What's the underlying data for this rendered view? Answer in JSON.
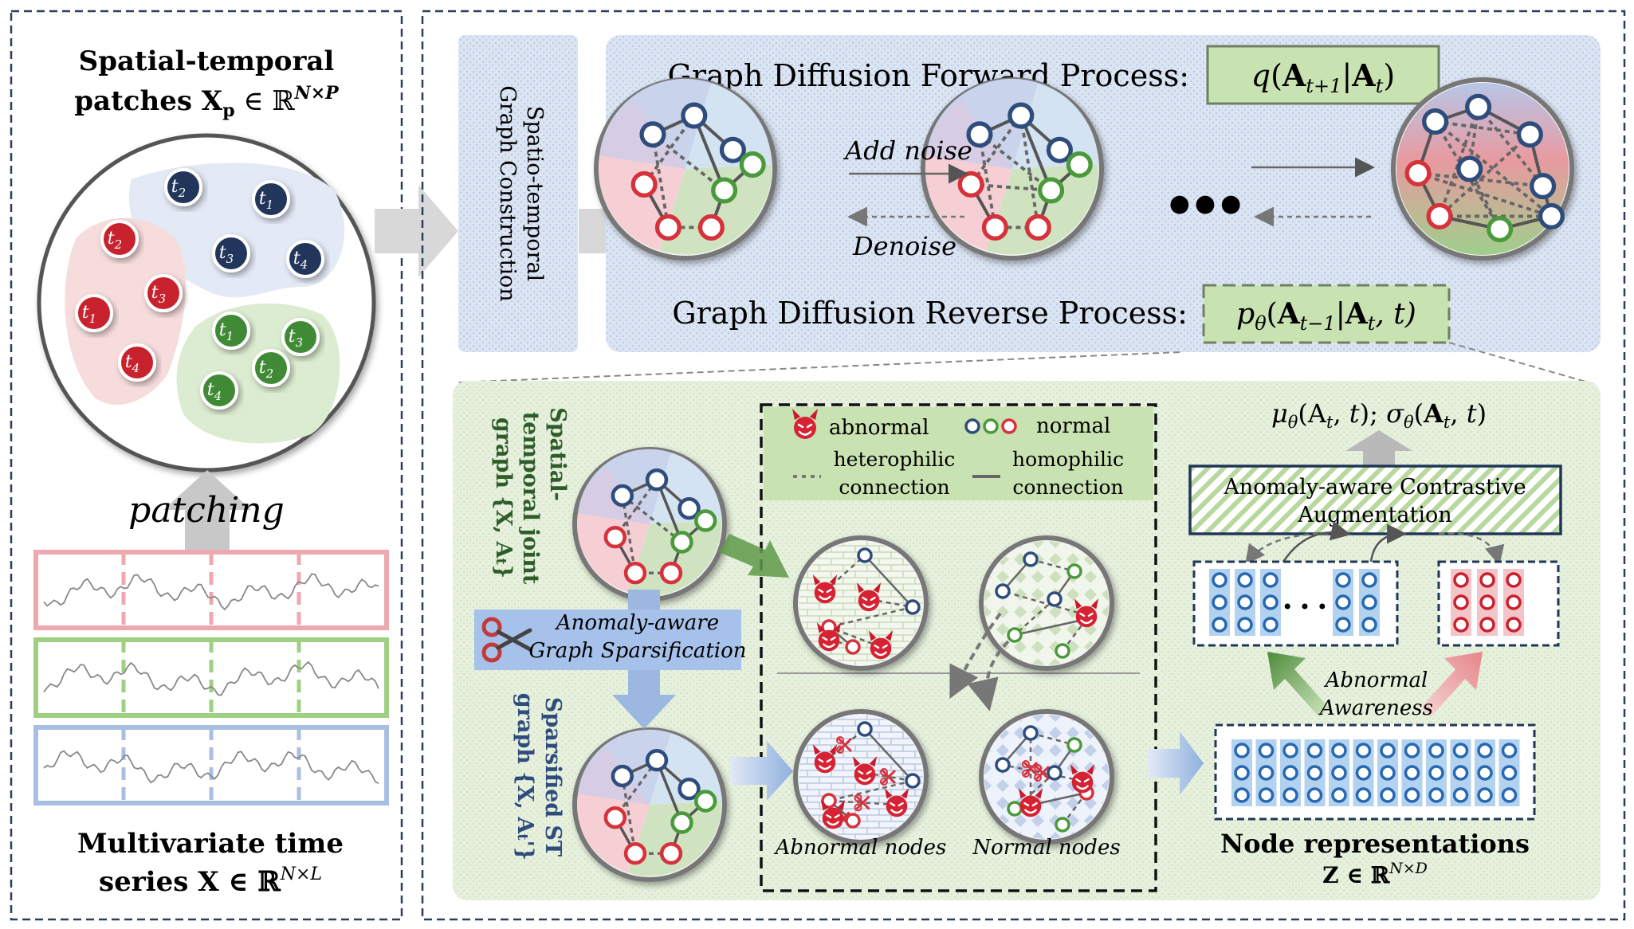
{
  "left_panel": {
    "title_line1": "Spatial-temporal",
    "title_line2": "patches X",
    "title_sub": "p",
    "title_tail": " ∈ ℝ",
    "title_sup": "N×P",
    "patching_label": "patching",
    "bottom_line1": "Multivariate time",
    "bottom_line2": "series X ∈ ℝ",
    "bottom_sup": "N×L",
    "patch_nodes": {
      "blue": [
        "t2",
        "t1",
        "t3",
        "t4"
      ],
      "red": [
        "t2",
        "t3",
        "t1",
        "t4"
      ],
      "green": [
        "t1",
        "t3",
        "t2",
        "t4"
      ]
    }
  },
  "construction_box": {
    "line1": "Spatio-temporal",
    "line2": "Graph Construction"
  },
  "diffusion": {
    "forward_label": "Graph Diffusion Forward Process:",
    "forward_formula": "q(A_{t+1}|A_t)",
    "forward_q": "q",
    "forward_A1": "A",
    "forward_sub1": "t+1",
    "forward_bar": "|",
    "forward_A2": "A",
    "forward_sub2": "t",
    "reverse_label": "Graph Diffusion Reverse Process:",
    "reverse_formula": "p_θ(A_{t−1}|A_t, t)",
    "reverse_p": "p",
    "reverse_theta": "θ",
    "reverse_A1": "A",
    "reverse_sub1": "t−1",
    "reverse_A2": "A",
    "reverse_sub2": "t",
    "reverse_tail": ", t)",
    "add_noise": "Add noise",
    "denoise": "Denoise",
    "ellipsis": "●●●"
  },
  "bottom_panel": {
    "st_joint_line1": "Spatial-",
    "st_joint_line2": "temporal joint",
    "st_joint_line3": "graph {X, A",
    "st_joint_sub": "t",
    "st_joint_close": "}",
    "sparsified_line1": "Sparsified ST",
    "sparsified_line2": "graph {X, A",
    "sparsified_sub": "t",
    "sparsified_prime": "'",
    "sparsified_close": "}",
    "sparsification_line1": "Anomaly-aware",
    "sparsification_line2": "Graph Sparsification",
    "legend": {
      "abnormal": "abnormal",
      "normal": "normal",
      "heterophilic_line1": "heterophilic",
      "heterophilic_line2": "connection",
      "homophilic_line1": "homophilic",
      "homophilic_line2": "connection"
    },
    "abnormal_nodes": "Abnormal nodes",
    "normal_nodes": "Normal nodes",
    "mu_sigma": "μθ(At, t); σθ(At, t)",
    "mu": "μ",
    "sigma": "σ",
    "theta": "θ",
    "A": "A",
    "t": "t",
    "contrastive_line1": "Anomaly-aware Contrastive",
    "contrastive_line2": "Augmentation",
    "abnormal_awareness_line1": "Abnormal",
    "abnormal_awareness_line2": "Awareness",
    "node_repr_title": "Node representations",
    "node_repr_sub": "Z ∈ ℝ",
    "node_repr_sup": "N×D",
    "dots": "• • •"
  },
  "colors": {
    "red": "#d6323c",
    "blue": "#2f4d7c",
    "green": "#4a9a3c",
    "panel_blue": "#dde6f3",
    "panel_green": "#e4efda",
    "formula_green": "#c9e2b2"
  }
}
